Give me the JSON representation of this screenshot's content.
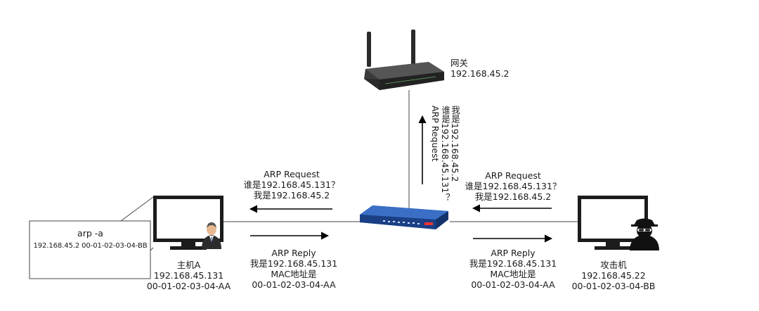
{
  "gateway": {
    "name": "网关",
    "ip": "192.168.45.2"
  },
  "host_a": {
    "name": "主机A",
    "ip": "192.168.45.131",
    "mac": "00-01-02-03-04-AA"
  },
  "attacker": {
    "name": "攻击机",
    "ip": "192.168.45.22",
    "mac": "00-01-02-03-04-BB"
  },
  "arp_table": {
    "command": "arp -a",
    "entry": "192.168.45.2 00-01-02-03-04-BB"
  },
  "messages": {
    "left_request": {
      "title": "ARP Request",
      "line1": "谁是192.168.45.131？",
      "line2": "我是192.168.45.2"
    },
    "right_request": {
      "title": "ARP Request",
      "line1": "谁是192.168.45.131？",
      "line2": "我是192.168.45.2"
    },
    "up_request": {
      "title": "ARP Request",
      "line1": "谁是192.168.45.131？",
      "line2": "我是192.168.45.2"
    },
    "left_reply": {
      "title": "ARP Reply",
      "line1": "我是192.168.45.131",
      "line2": "MAC地址是",
      "line3": "00-01-02-03-04-AA"
    },
    "right_reply": {
      "title": "ARP Reply",
      "line1": "我是192.168.45.131",
      "line2": "MAC地址是",
      "line3": "00-01-02-03-04-AA"
    }
  },
  "icons": {
    "router": "wifi-router-icon",
    "switch": "network-switch-icon",
    "host_monitor": "monitor-icon",
    "host_user": "businessman-icon",
    "attacker_monitor": "monitor-icon",
    "attacker_user": "hacker-icon"
  }
}
